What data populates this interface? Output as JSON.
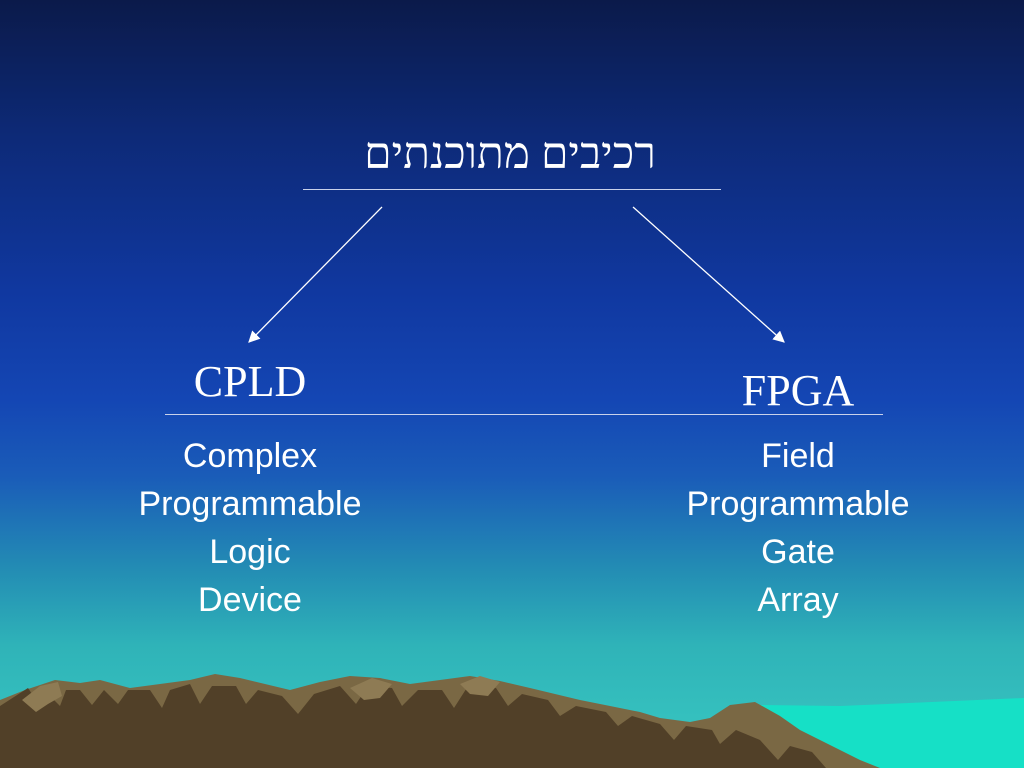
{
  "slide": {
    "title": "רכיבים מתוכנתים",
    "left": {
      "heading": "CPLD",
      "lines": [
        "Complex",
        "Programmable",
        "Logic",
        "Device"
      ]
    },
    "right": {
      "heading": "FPGA",
      "lines": [
        "Field",
        "Programmable",
        "Gate",
        "Array"
      ]
    }
  }
}
